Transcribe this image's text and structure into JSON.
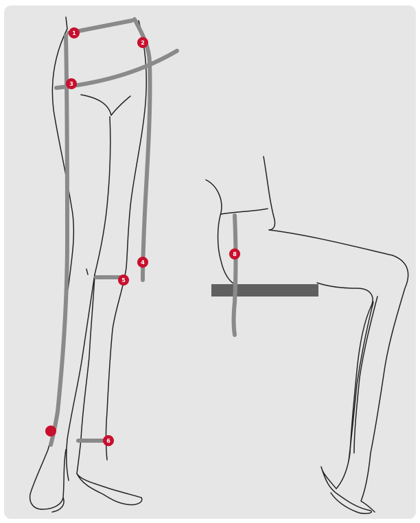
{
  "colors": {
    "background": "#e6e6e6",
    "line": "#222222",
    "measure": "#8a8a8a",
    "seat_bar": "#606060",
    "marker": "#c8102e"
  },
  "markers": [
    {
      "id": "waist",
      "label": "1"
    },
    {
      "id": "hip-side",
      "label": "2"
    },
    {
      "id": "hip",
      "label": "3"
    },
    {
      "id": "thigh-side",
      "label": "4"
    },
    {
      "id": "knee",
      "label": "5"
    },
    {
      "id": "ankle",
      "label": "6"
    },
    {
      "id": "inseam",
      "label": ""
    },
    {
      "id": "seated",
      "label": "8"
    }
  ]
}
